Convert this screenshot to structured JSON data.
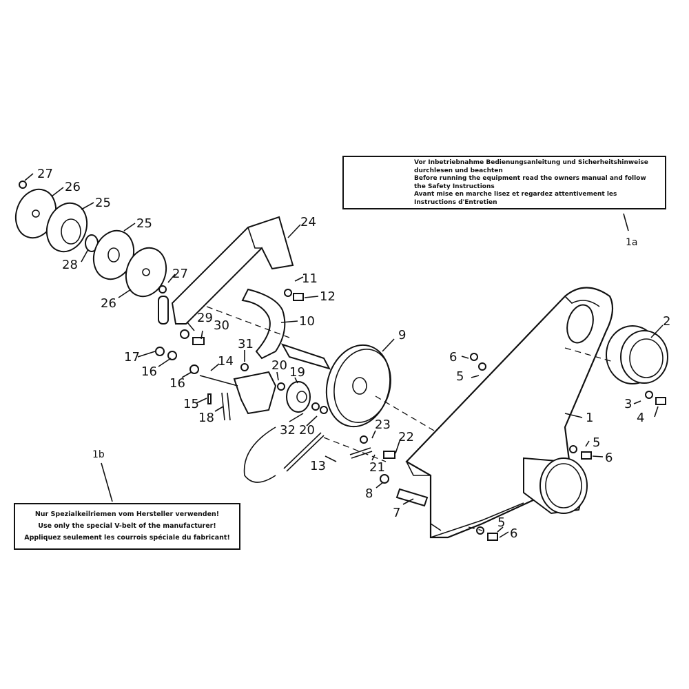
{
  "warning_1a": {
    "lines": [
      "Vor Inbetriebnahme Bedienungsanleitung und Sicherheitshinweise",
      "durchlesen und beachten",
      "Before running the equipment read the owners manual and follow",
      "the Safety Instructions",
      "Avant mise en marche lisez et regardez attentivement les",
      "Instructions d'Entretien"
    ],
    "ref": "1a"
  },
  "warning_1b": {
    "lines": [
      "Nur Spezialkeilriemen vom Hersteller verwenden!",
      "Use only the special V-belt of the manufacturer!",
      "Appliquez seulement les courrois spéciale du fabricant!"
    ],
    "ref": "1b"
  },
  "callouts": {
    "p1": "1",
    "p2": "2",
    "p3": "3",
    "p4": "4",
    "p5a": "5",
    "p5b": "5",
    "p5c": "5",
    "p6a": "6",
    "p6b": "6",
    "p6c": "6",
    "p7": "7",
    "p8": "8",
    "p9": "9",
    "p10": "10",
    "p11": "11",
    "p12": "12",
    "p13": "13",
    "p14": "14",
    "p15": "15",
    "p16a": "16",
    "p16b": "16",
    "p17": "17",
    "p18": "18",
    "p19": "19",
    "p20a": "20",
    "p20b": "20",
    "p21": "21",
    "p22": "22",
    "p23": "23",
    "p24": "24",
    "p25a": "25",
    "p25b": "25",
    "p26a": "26",
    "p26b": "26",
    "p27a": "27",
    "p27b": "27",
    "p28": "28",
    "p29": "29",
    "p30": "30",
    "p31": "31",
    "p32": "32"
  }
}
